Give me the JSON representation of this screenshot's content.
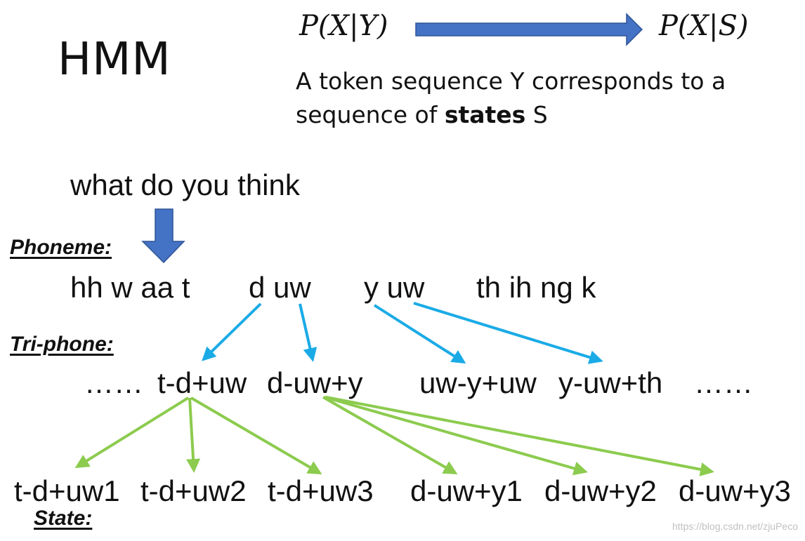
{
  "title": "HMM",
  "formula": {
    "left": "P(X|Y)",
    "right": "P(X|S)"
  },
  "description": {
    "line1": "A token sequence Y corresponds to a",
    "line2_pre": "sequence of ",
    "line2_bold": "states",
    "line2_post": " S"
  },
  "sentence": "what do you think",
  "labels": {
    "phoneme": "Phoneme:",
    "triphone": "Tri-phone:",
    "state": "State:"
  },
  "phonemes": [
    "hh w aa t",
    "d uw",
    "y uw",
    "th ih ng k"
  ],
  "triphones": [
    "……",
    "t-d+uw",
    "d-uw+y",
    "uw-y+uw",
    "y-uw+th",
    "……"
  ],
  "states": [
    "t-d+uw1",
    "t-d+uw2",
    "t-d+uw3",
    "d-uw+y1",
    "d-uw+y2",
    "d-uw+y3"
  ],
  "colors": {
    "blue_arrow": "#4472C4",
    "cyan_arrow": "#1AABE6",
    "green_arrow": "#8CCB4E"
  },
  "watermark": "https://blog.csdn.net/zjuPeco"
}
